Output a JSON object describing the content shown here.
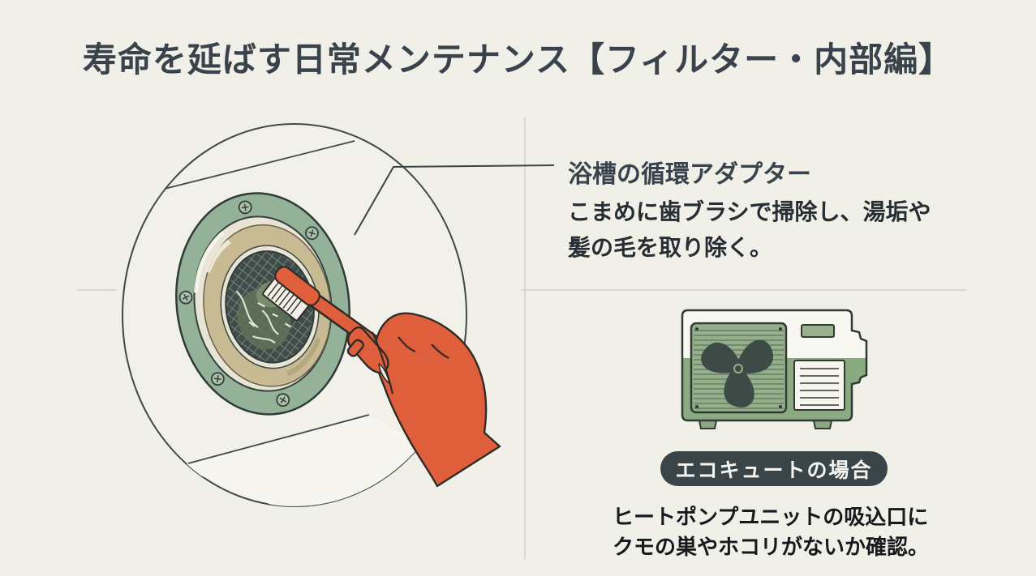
{
  "page": {
    "title": "寿命を延ばす日常メンテナンス【フィルター・内部編】"
  },
  "adapter_section": {
    "heading": "浴槽の循環アダプター",
    "description_line1": "こまめに歯ブラシで掃除し、湯垢や",
    "description_line2": "髪の毛を取り除く。",
    "illustration": "hand-cleaning-bathtub-circulation-adapter-with-toothbrush"
  },
  "ecocute_section": {
    "badge_label": "エコキュートの場合",
    "note_line1": "ヒートポンプユニットの吸込口に",
    "note_line2": "クモの巣やホコリがないか確認。",
    "illustration": "heat-pump-outdoor-unit"
  },
  "colors": {
    "background": "#f0efe8",
    "title_text": "#3a434b",
    "heading_text": "#39434c",
    "body_text": "#262d33",
    "note_text": "#17191c",
    "badge_background": "#3a454a",
    "badge_text": "#f4f4f0",
    "divider_line": "#d8d7d0",
    "outline_dark": "#2f3b37",
    "adapter_ring_green": "#93b298",
    "brass_ring": "#c8bb93",
    "mesh_dark": "#3f4c49",
    "hand_orange": "#df5f3d",
    "unit_body_green": "#8caa82",
    "unit_grille_green": "#95af8b"
  }
}
